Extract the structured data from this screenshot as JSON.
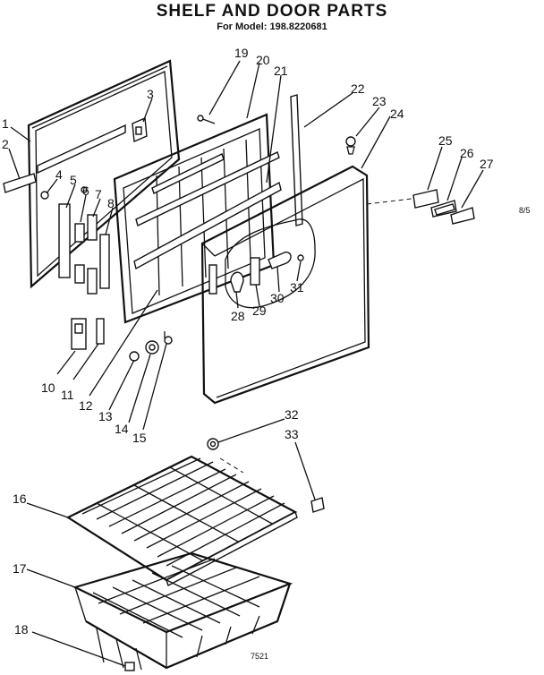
{
  "title": "SHELF AND DOOR PARTS",
  "subtitle": "For Model: 198.8220681",
  "side_note": "8/5",
  "figure_code": "7521",
  "callouts": [
    "1",
    "2",
    "3",
    "4",
    "5",
    "6",
    "7",
    "8",
    "10",
    "11",
    "12",
    "13",
    "14",
    "15",
    "16",
    "17",
    "18",
    "19",
    "20",
    "21",
    "22",
    "23",
    "24",
    "25",
    "26",
    "27",
    "28",
    "29",
    "30",
    "31",
    "32",
    "33"
  ]
}
